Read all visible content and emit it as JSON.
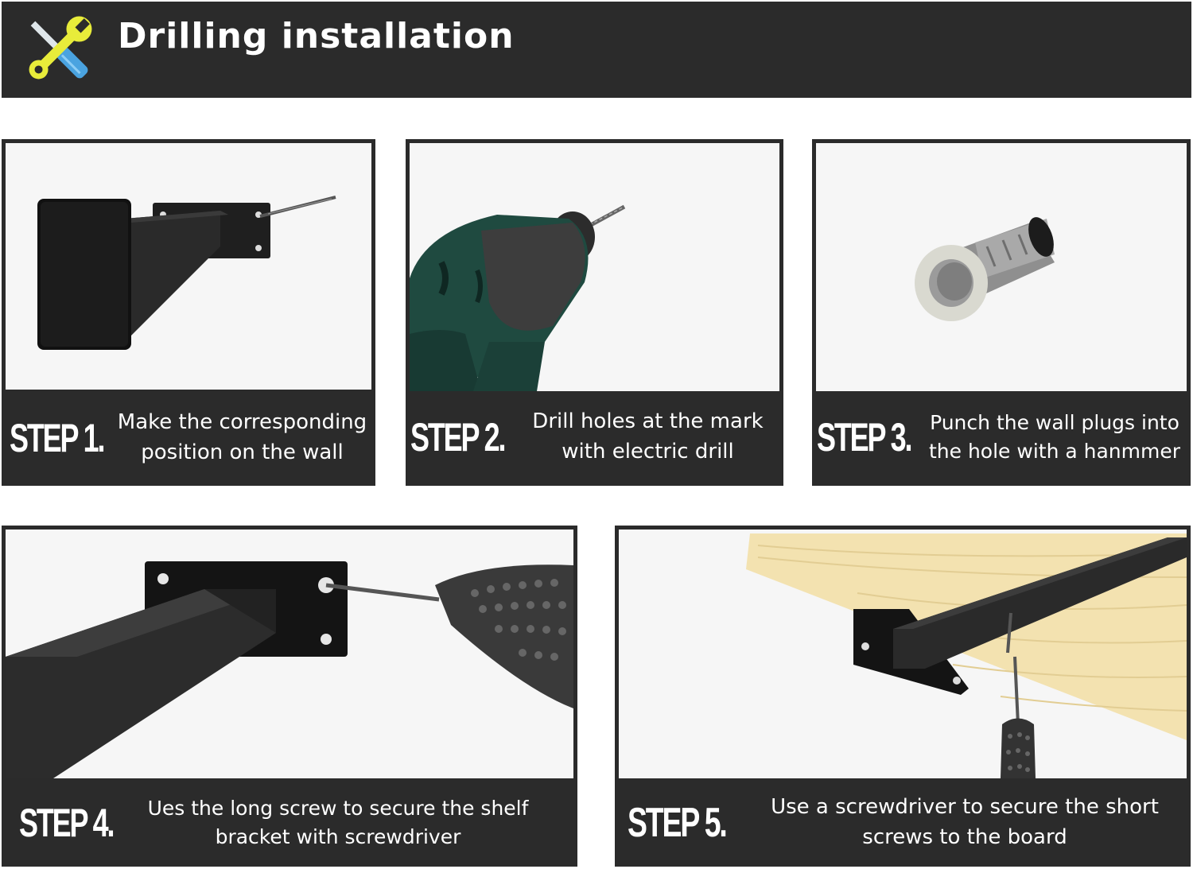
{
  "header": {
    "title": "Drilling installation",
    "icon": "wrench-screwdriver-icon"
  },
  "colors": {
    "panel": "#2b2b2b",
    "text": "#ffffff",
    "wrench": "#e8ec3a",
    "screwdriver": "#4aa3e0",
    "drill_body": "#1f4a40",
    "board": "#f3e2b0"
  },
  "steps": [
    {
      "label": "STEP 1.",
      "line1": "Make the corresponding",
      "line2": "position on the wall"
    },
    {
      "label": "STEP 2.",
      "line1": "Drill holes at the mark",
      "line2": "with electric drill"
    },
    {
      "label": "STEP 3.",
      "line1": "Punch the wall plugs into",
      "line2": "the hole with a hanmmer"
    },
    {
      "label": "STEP 4.",
      "line1": "Ues the long screw to secure  the shelf",
      "line2": "bracket with screwdriver"
    },
    {
      "label": "STEP 5.",
      "line1": "Use a screwdriver to secure the short",
      "line2": "screws to the board"
    }
  ]
}
